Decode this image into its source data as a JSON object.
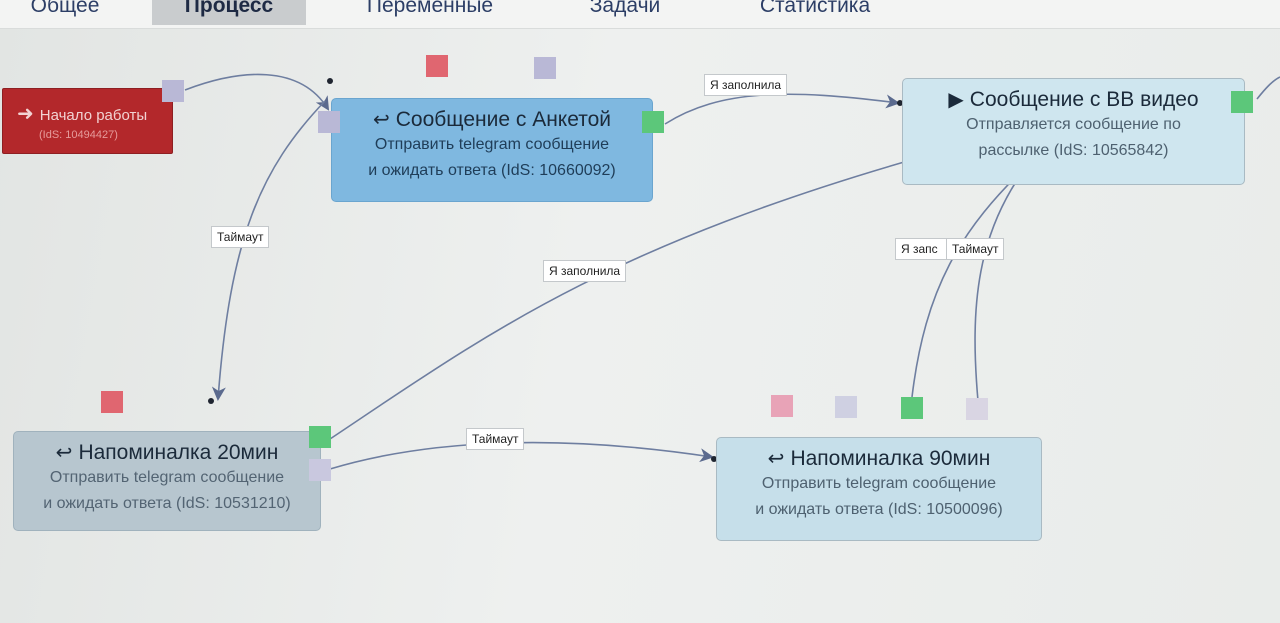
{
  "tabs": [
    {
      "label": "Общее"
    },
    {
      "label": "Процесс",
      "active": true
    },
    {
      "label": "Переменные"
    },
    {
      "label": "Задачи"
    },
    {
      "label": "Статистика"
    }
  ],
  "nodes": {
    "start": {
      "icon": "login-icon",
      "title": "Начало работы",
      "desc": "(IdS: 10494427)"
    },
    "anketa": {
      "icon": "reply-icon",
      "title": "Сообщение с Анкетой",
      "desc1": "Отправить telegram сообщение",
      "desc2": "и ожидать ответа (IdS: 10660092)"
    },
    "bb": {
      "icon": "play-icon",
      "title": "Сообщение с ВВ видео",
      "desc1": "Отправляется сообщение по",
      "desc2": "рассылке (IdS: 10565842)"
    },
    "remind20": {
      "icon": "reply-icon",
      "title": "Напоминалка 20мин",
      "desc1": "Отправить telegram сообщение",
      "desc2": "и ожидать ответа (IdS: 10531210)"
    },
    "remind90": {
      "icon": "reply-icon",
      "title": "Напоминалка 90мин",
      "desc1": "Отправить telegram сообщение",
      "desc2": "и ожидать ответа (IdS: 10500096)"
    }
  },
  "edge_labels": {
    "anketa_to_bb": "Я заполнила",
    "anketa_timeout": "Таймаут",
    "r20_to_bb": "Я заполнила",
    "r20_timeout": "Таймаут",
    "r90_filled": "Я запс",
    "r90_timeout": "Таймаут"
  },
  "colors": {
    "port_red": "#e06670",
    "port_lavender": "#b9b8d6",
    "port_green": "#5cc77a",
    "port_pink": "#e8a3b7",
    "edge": "#5b6a8e"
  }
}
